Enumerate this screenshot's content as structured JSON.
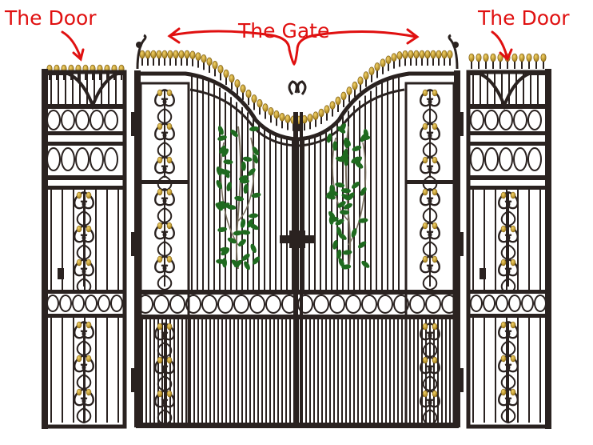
{
  "labels": {
    "door_left": "The Door",
    "gate": "The Gate",
    "door_right": "The Door"
  },
  "colors": {
    "iron": "#2a2220",
    "gold": "#c9a020",
    "gold_dark": "#7a5a10",
    "leaf": "#1f6a1f",
    "annotation": "#e01010",
    "background": "#ffffff"
  }
}
